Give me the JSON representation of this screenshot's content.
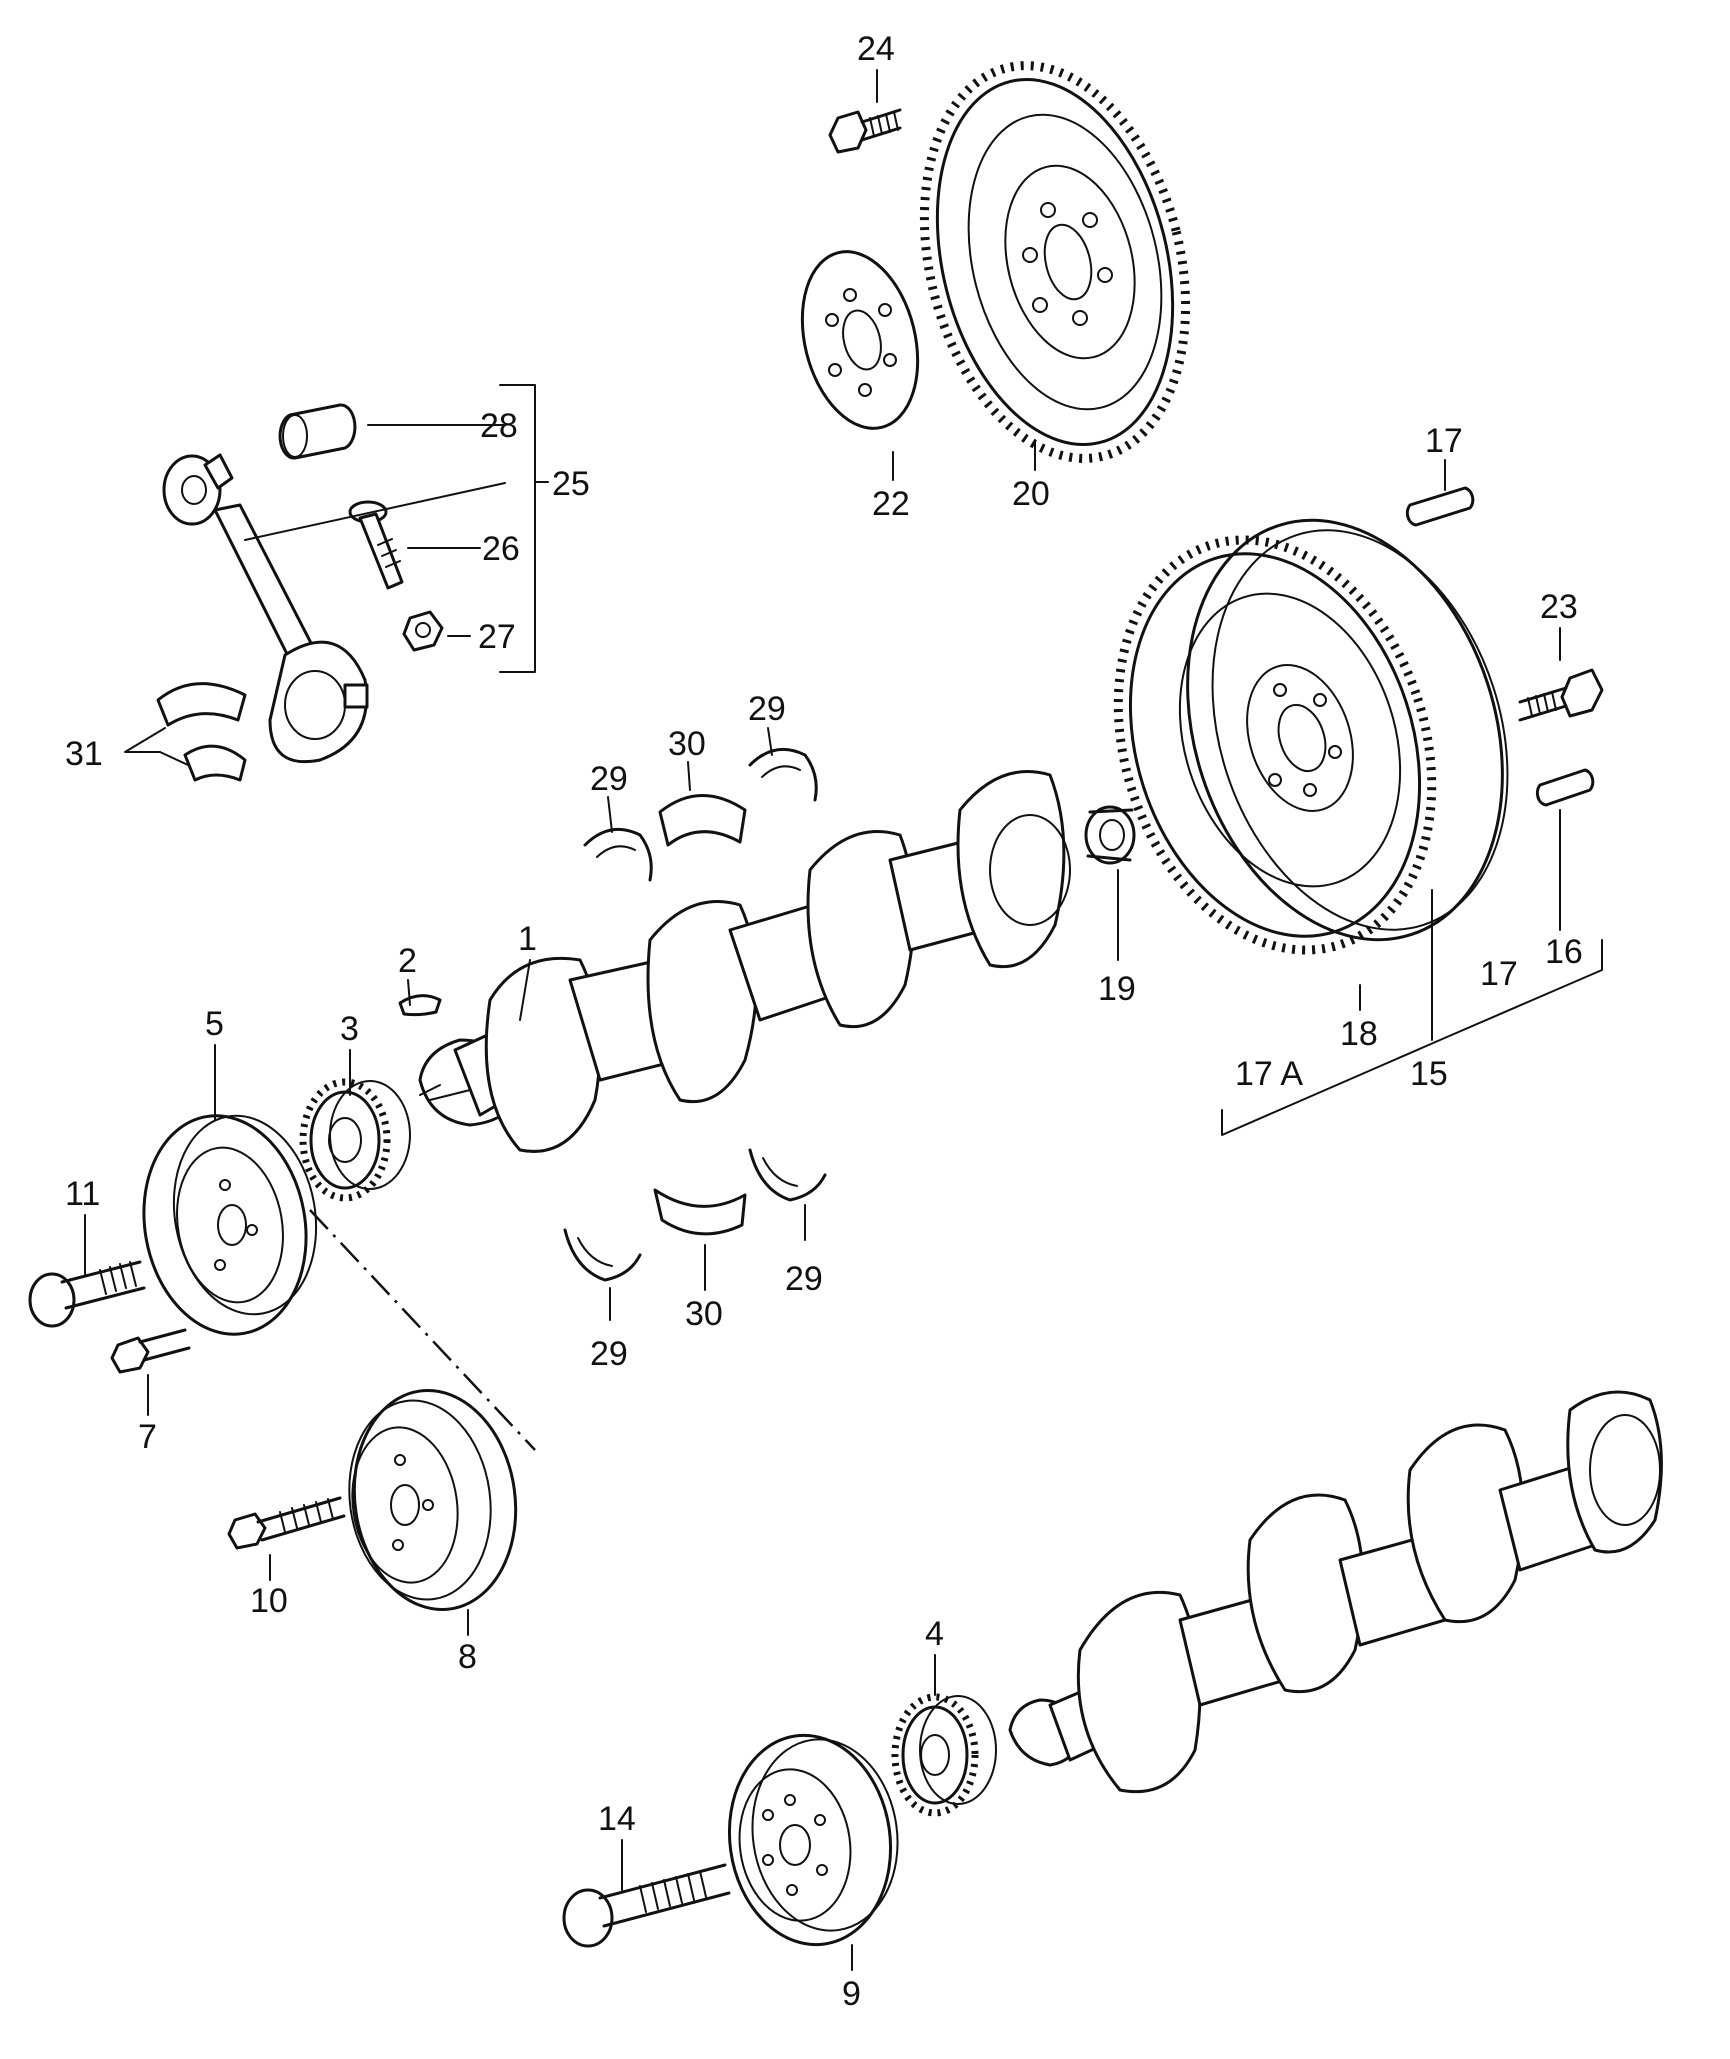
{
  "callouts": [
    {
      "id": "1",
      "text": "1"
    },
    {
      "id": "2",
      "text": "2"
    },
    {
      "id": "3",
      "text": "3"
    },
    {
      "id": "4",
      "text": "4"
    },
    {
      "id": "5",
      "text": "5"
    },
    {
      "id": "7",
      "text": "7"
    },
    {
      "id": "8",
      "text": "8"
    },
    {
      "id": "9",
      "text": "9"
    },
    {
      "id": "10",
      "text": "10"
    },
    {
      "id": "11",
      "text": "11"
    },
    {
      "id": "14",
      "text": "14"
    },
    {
      "id": "15",
      "text": "15"
    },
    {
      "id": "16",
      "text": "16"
    },
    {
      "id": "17a",
      "text": "17"
    },
    {
      "id": "17b",
      "text": "17"
    },
    {
      "id": "17A",
      "text": "17 A"
    },
    {
      "id": "18",
      "text": "18"
    },
    {
      "id": "19",
      "text": "19"
    },
    {
      "id": "20",
      "text": "20"
    },
    {
      "id": "22",
      "text": "22"
    },
    {
      "id": "23",
      "text": "23"
    },
    {
      "id": "24",
      "text": "24"
    },
    {
      "id": "25",
      "text": "25"
    },
    {
      "id": "26",
      "text": "26"
    },
    {
      "id": "27",
      "text": "27"
    },
    {
      "id": "28",
      "text": "28"
    },
    {
      "id": "29a",
      "text": "29"
    },
    {
      "id": "29b",
      "text": "29"
    },
    {
      "id": "29c",
      "text": "29"
    },
    {
      "id": "29d",
      "text": "29"
    },
    {
      "id": "30a",
      "text": "30"
    },
    {
      "id": "30b",
      "text": "30"
    },
    {
      "id": "31",
      "text": "31"
    }
  ]
}
